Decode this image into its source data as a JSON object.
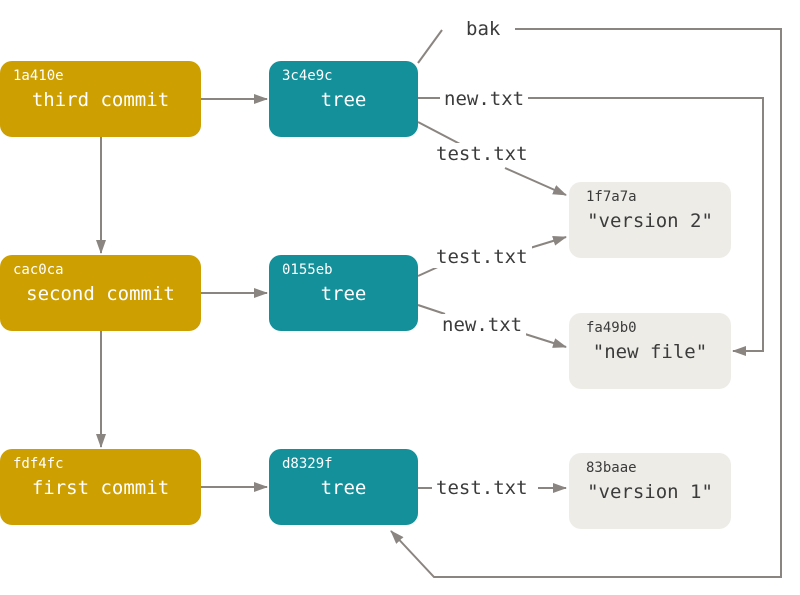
{
  "commits": [
    {
      "sha": "1a410e",
      "label": "third commit"
    },
    {
      "sha": "cac0ca",
      "label": "second commit"
    },
    {
      "sha": "fdf4fc",
      "label": "first commit"
    }
  ],
  "trees": [
    {
      "sha": "3c4e9c",
      "label": "tree"
    },
    {
      "sha": "0155eb",
      "label": "tree"
    },
    {
      "sha": "d8329f",
      "label": "tree"
    }
  ],
  "blobs": [
    {
      "sha": "1f7a7a",
      "label": "\"version 2\""
    },
    {
      "sha": "fa49b0",
      "label": "\"new file\""
    },
    {
      "sha": "83baae",
      "label": "\"version 1\""
    }
  ],
  "edge_labels": {
    "bak": "bak",
    "tree1_new": "new.txt",
    "tree1_test": "test.txt",
    "tree2_test": "test.txt",
    "tree2_new": "new.txt",
    "tree3_test": "test.txt"
  },
  "colors": {
    "commit": "#cd9f00",
    "tree": "#13909a",
    "blob": "#eeece7",
    "arrow": "#8a8580"
  }
}
